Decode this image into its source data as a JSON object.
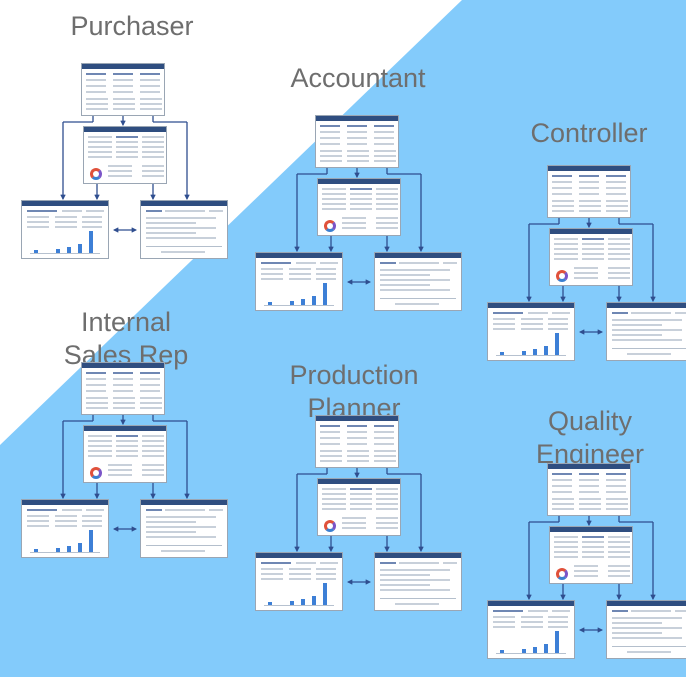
{
  "diagram": {
    "background_color": "#83cbfb",
    "line_color": "#2f4e8f",
    "title_color": "#6e6e6e",
    "roles": [
      {
        "id": "purchaser",
        "lines": [
          "Purchaser"
        ]
      },
      {
        "id": "accountant",
        "lines": [
          "Accountant"
        ]
      },
      {
        "id": "controller",
        "lines": [
          "Controller"
        ]
      },
      {
        "id": "internal-sales-rep",
        "lines": [
          "Internal",
          "Sales Rep"
        ]
      },
      {
        "id": "production-planner",
        "lines": [
          "Production",
          "Planner"
        ]
      },
      {
        "id": "quality-engineer",
        "lines": [
          "Quality",
          "Engineer"
        ]
      }
    ],
    "flow_icons": {
      "top": "role-center-screenshot",
      "middle": "card-page-screenshot",
      "bottom_left": "chart-page-screenshot",
      "bottom_right": "list-page-screenshot",
      "link": "double-arrow-icon"
    }
  }
}
